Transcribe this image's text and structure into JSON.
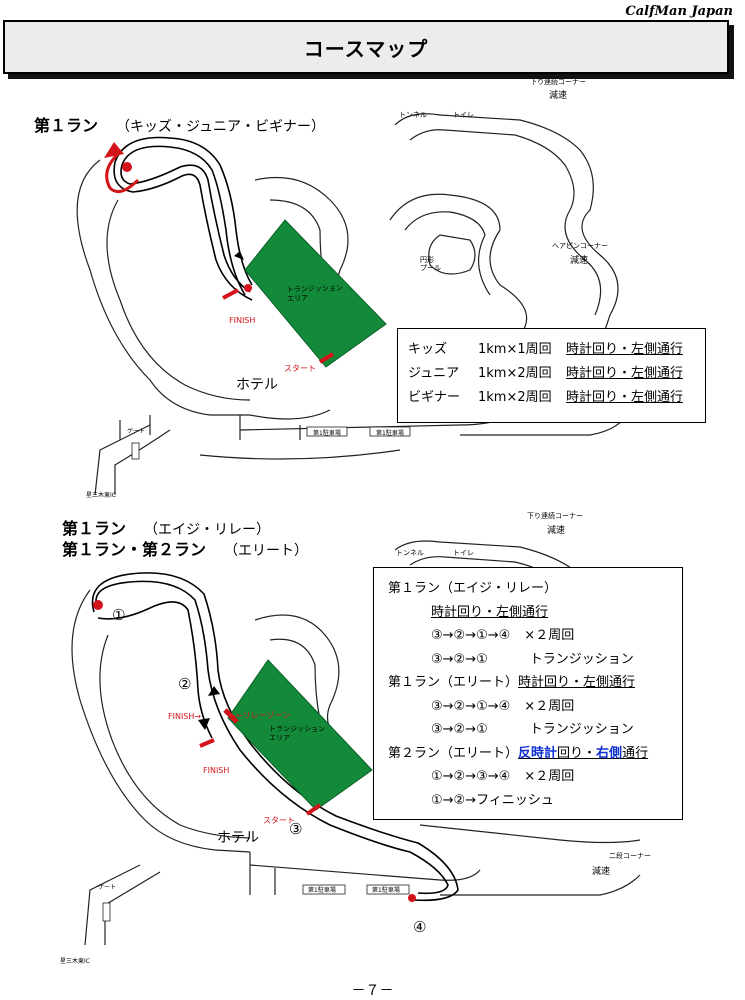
{
  "header": {
    "brand": "CalfMan Japan"
  },
  "page_title": "コースマップ",
  "map1": {
    "title": "第１ラン",
    "subtitle": "（キッズ・ジュニア・ビギナー）",
    "labels": {
      "descent_top": "下り連続コーナー",
      "slow_top": "減速",
      "tunnel": "トンネル",
      "toilet": "トイレ",
      "hairpin": "ヘアピンコーナー",
      "slow_hairpin": "減速",
      "round_pool": "円形\nプール",
      "transition": "トランジッション\nエリア",
      "finish": "FINISH",
      "start": "スタート",
      "hotel": "ホテル",
      "parking1": "第1駐車場",
      "parking2": "第1駐車場",
      "gate": "ゲート",
      "ic": "星三木東IC"
    },
    "info_rows": [
      {
        "category": "キッズ",
        "distance": "1km×1周回",
        "rule": "時計回り・左側通行"
      },
      {
        "category": "ジュニア",
        "distance": "1km×2周回",
        "rule": "時計回り・左側通行"
      },
      {
        "category": "ビギナー",
        "distance": "1km×2周回",
        "rule": "時計回り・左側通行"
      }
    ]
  },
  "map2": {
    "title_line1": "第１ラン",
    "subtitle_line1": "（エイジ・リレー）",
    "title_line2": "第１ラン・第２ラン",
    "subtitle_line2": "（エリート）",
    "labels": {
      "descent_top": "下り連続コーナー",
      "slow_top": "減速",
      "tunnel": "トンネル",
      "toilet": "トイレ",
      "transition": "トランジッション\nエリア",
      "finish_arrow": "FINISH→",
      "finish": "FINISH",
      "relay_zone": "←リレーゾーン",
      "start": "スタート",
      "hotel": "ホテル",
      "second_corner": "二段コーナー",
      "slow_corner": "減速",
      "parking1": "第1駐車場",
      "parking2": "第1駐車場",
      "gate": "ゲート",
      "ic": "星三木東IC",
      "num1": "①",
      "num2": "②",
      "num3": "③",
      "num4": "④"
    },
    "info": {
      "l1": "第１ラン（エイジ・リレー）",
      "l2": "時計回り・左側通行",
      "l3_seq": "③→②→①→④",
      "l3_laps": "×２周回",
      "l4_seq": "③→②→①",
      "l4_tail": "トランジッション",
      "l5_head": "第１ラン（エリート）",
      "l5_rule": "時計回り・左側通行",
      "l6_seq": "③→②→①→④",
      "l6_laps": "×２周回",
      "l7_seq": "③→②→①",
      "l7_tail": "トランジッション",
      "l8_head": "第２ラン（エリート）",
      "l8_blue1": "反時計",
      "l8_mid": "回り・",
      "l8_blue2": "右側",
      "l8_tail": "通行",
      "l9_seq": "①→②→③→④",
      "l9_laps": "×２周回",
      "l10": "①→②→フィニッシュ"
    }
  },
  "footer": {
    "page_number": "－７－"
  },
  "colors": {
    "transition_area": "#138a3a",
    "marker_red": "#d2141a",
    "highlight_blue": "#1030d0"
  }
}
